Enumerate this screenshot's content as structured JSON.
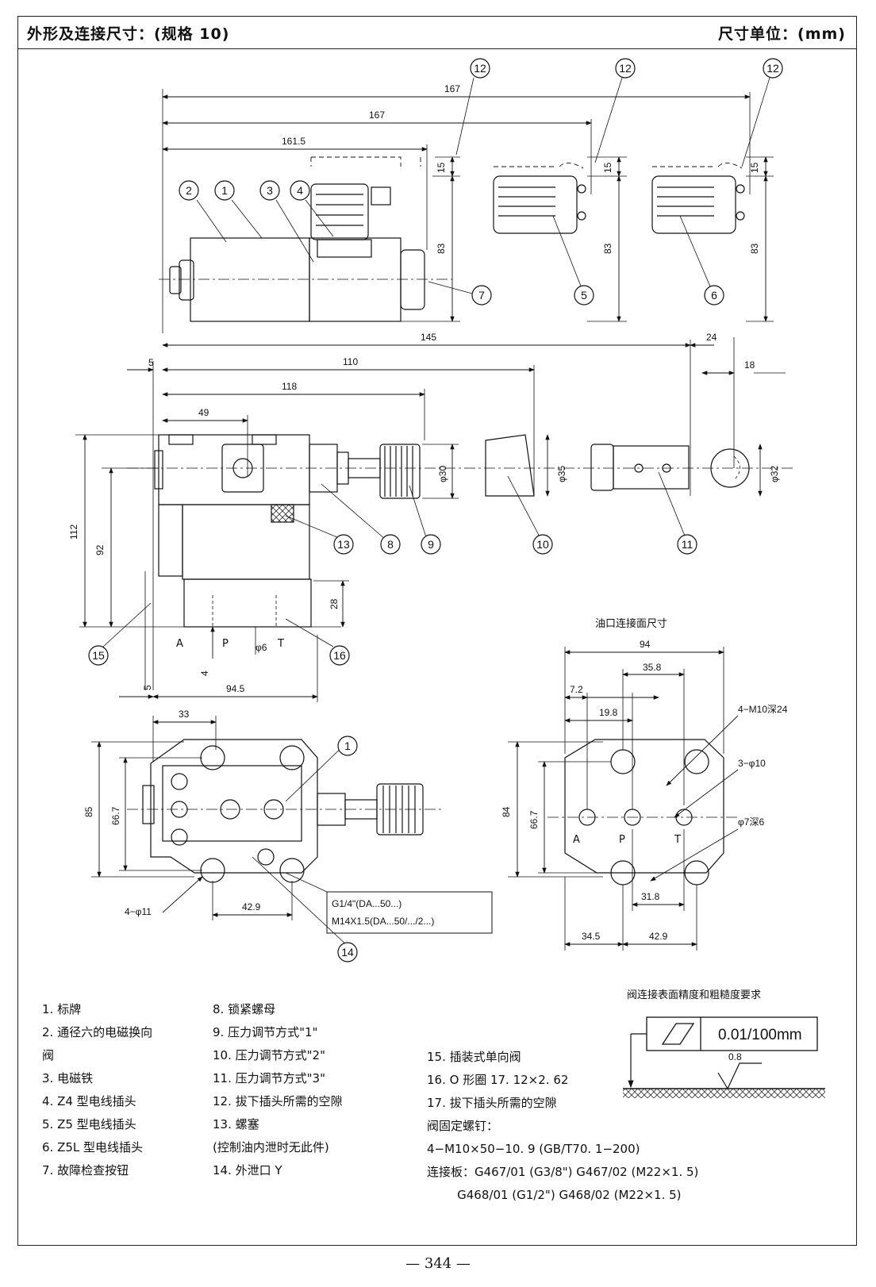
{
  "header": {
    "title": "外形及连接尺寸：(规格 10)",
    "unit": "尺寸单位：(mm)"
  },
  "top_view": {
    "dims": {
      "d167a": "167",
      "d167b": "167",
      "d1615": "161.5",
      "d15a": "15",
      "d15b": "15",
      "d15c": "15",
      "d83a": "83",
      "d83b": "83",
      "d83c": "83"
    },
    "callouts": [
      "12",
      "12",
      "12",
      "2",
      "1",
      "3",
      "4",
      "7",
      "5",
      "6"
    ]
  },
  "side_view": {
    "dims": {
      "d145": "145",
      "d24": "24",
      "d5a": "5",
      "d110": "110",
      "d18": "18",
      "d118": "118",
      "d49": "49",
      "d112": "112",
      "d92": "92",
      "d28": "28",
      "d4": "4",
      "d5b": "5",
      "d945": "94.5",
      "phi30": "φ30",
      "phi35": "φ35",
      "phi32": "φ32",
      "phi6": "φ6"
    },
    "port_labels": [
      "A",
      "P",
      "T"
    ],
    "callouts": [
      "13",
      "8",
      "9",
      "10",
      "11",
      "15",
      "16"
    ]
  },
  "bottom_view": {
    "dims": {
      "d33": "33",
      "d85": "85",
      "d667": "66.7",
      "d429": "42.9",
      "holes": "4−φ11"
    },
    "thread_note": [
      "G1/4\"(DA...50...)",
      "M14X1.5(DA...50/.../2...)"
    ],
    "callouts": [
      "1",
      "14"
    ]
  },
  "port_face": {
    "title": "油口连接面尺寸",
    "dims": {
      "d94": "94",
      "d358": "35.8",
      "d72": "7.2",
      "d198": "19.8",
      "d84": "84",
      "d667": "66.7",
      "d318": "31.8",
      "d345": "34.5",
      "d429": "42.9"
    },
    "notes": {
      "m10": "4−M10深24",
      "phi10": "3−φ10",
      "phi7": "φ7深6"
    },
    "port_labels": [
      "A",
      "P",
      "T"
    ]
  },
  "surface": {
    "title": "阀连接表面精度和粗糙度要求",
    "flatness": "0.01/100mm",
    "roughness": "0.8"
  },
  "legend_col1": [
    "1. 标牌",
    "2. 通径六的电磁换向",
    "   阀",
    "3. 电磁铁",
    "4. Z4 型电线插头",
    "5. Z5 型电线插头",
    "6. Z5L 型电线插头",
    "7. 故障检查按钮"
  ],
  "legend_col2": [
    "8. 锁紧螺母",
    "9. 压力调节方式\"1\"",
    "10. 压力调节方式\"2\"",
    "11. 压力调节方式\"3\"",
    "12. 拔下插头所需的空隙",
    "13. 螺塞",
    "   (控制油内泄时无此件)",
    "14. 外泄口 Y"
  ],
  "legend_col3": [
    "15. 插装式单向阀",
    "16. O 形圈 17. 12×2. 62",
    "17. 拔下插头所需的空隙",
    "阀固定螺钉：",
    "4−M10×50−10. 9 (GB/T70. 1−200)",
    "连接板：G467/01 (G3/8\") G467/02 (M22×1. 5)",
    "        G468/01 (G1/2\") G468/02 (M22×1. 5)"
  ],
  "page_number": "— 344 —"
}
